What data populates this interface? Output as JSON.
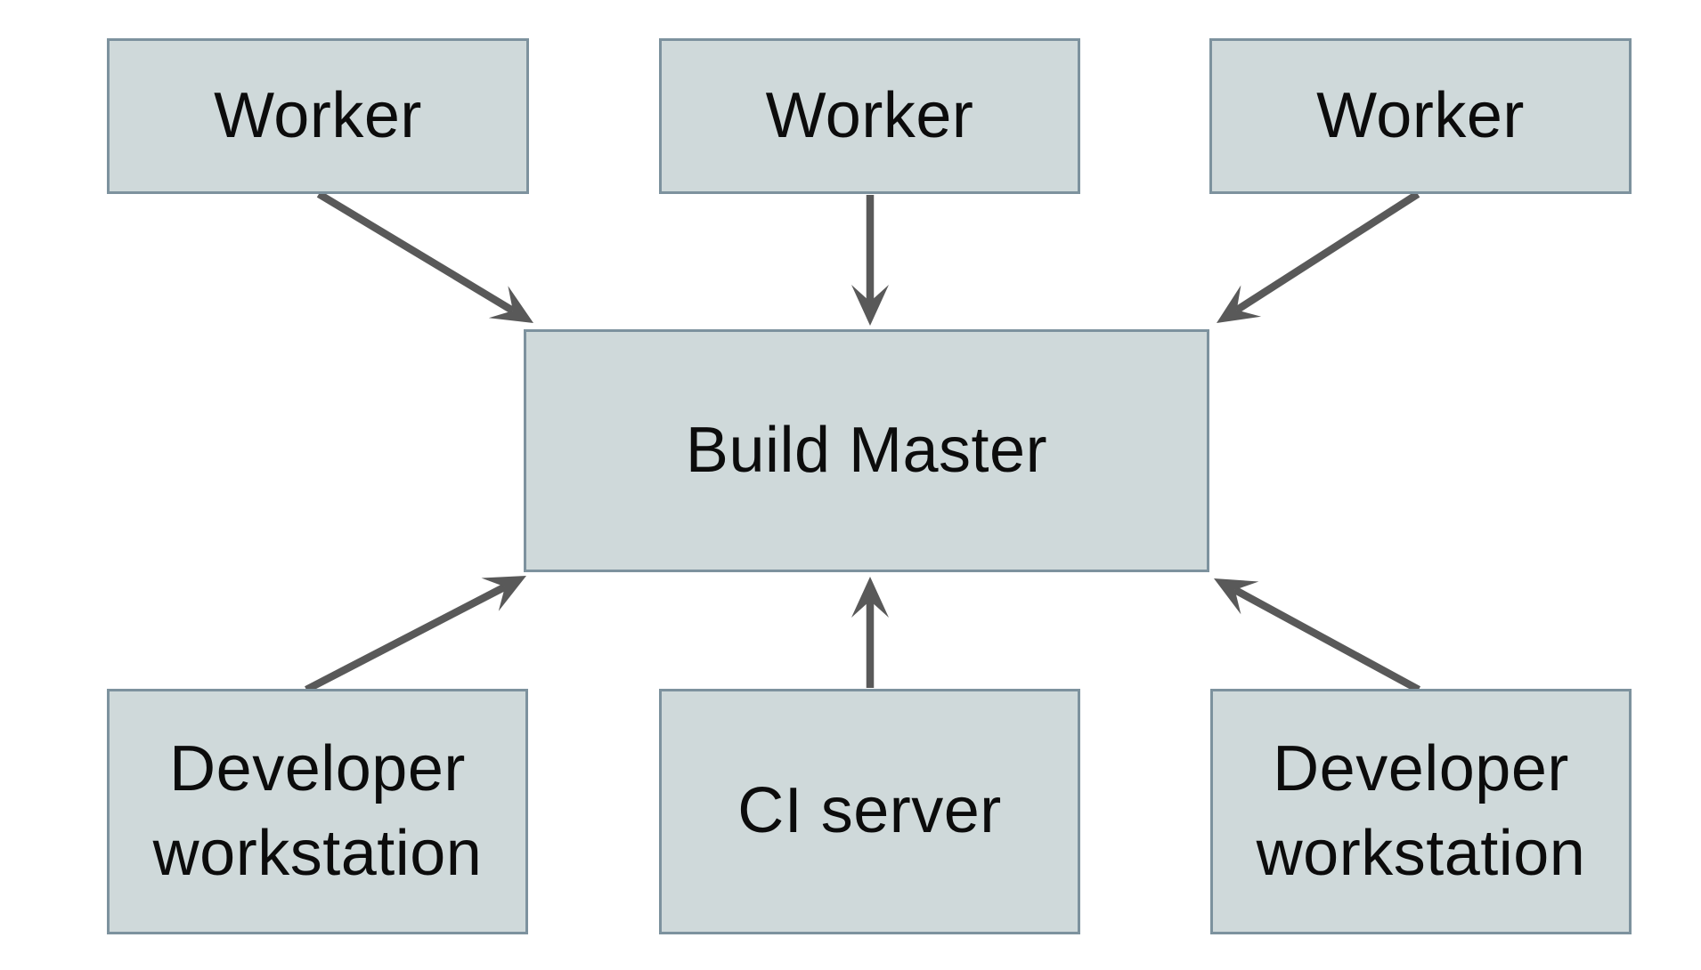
{
  "diagram": {
    "nodes": {
      "worker_1": {
        "label": "Worker"
      },
      "worker_2": {
        "label": "Worker"
      },
      "worker_3": {
        "label": "Worker"
      },
      "build_master": {
        "label": "Build Master"
      },
      "dev_workstation_left": {
        "label": "Developer workstation"
      },
      "ci_server": {
        "label": "CI server"
      },
      "dev_workstation_right": {
        "label": "Developer workstation"
      }
    },
    "edges": [
      {
        "from": "worker_1",
        "to": "build_master"
      },
      {
        "from": "worker_2",
        "to": "build_master"
      },
      {
        "from": "worker_3",
        "to": "build_master"
      },
      {
        "from": "dev_workstation_left",
        "to": "build_master"
      },
      {
        "from": "ci_server",
        "to": "build_master"
      },
      {
        "from": "dev_workstation_right",
        "to": "build_master"
      }
    ],
    "colors": {
      "background": "#ffffff",
      "node_fill": "#cfd9da",
      "node_border": "#7d929e",
      "arrow": "#595959",
      "text": "#0c0c0c"
    }
  }
}
